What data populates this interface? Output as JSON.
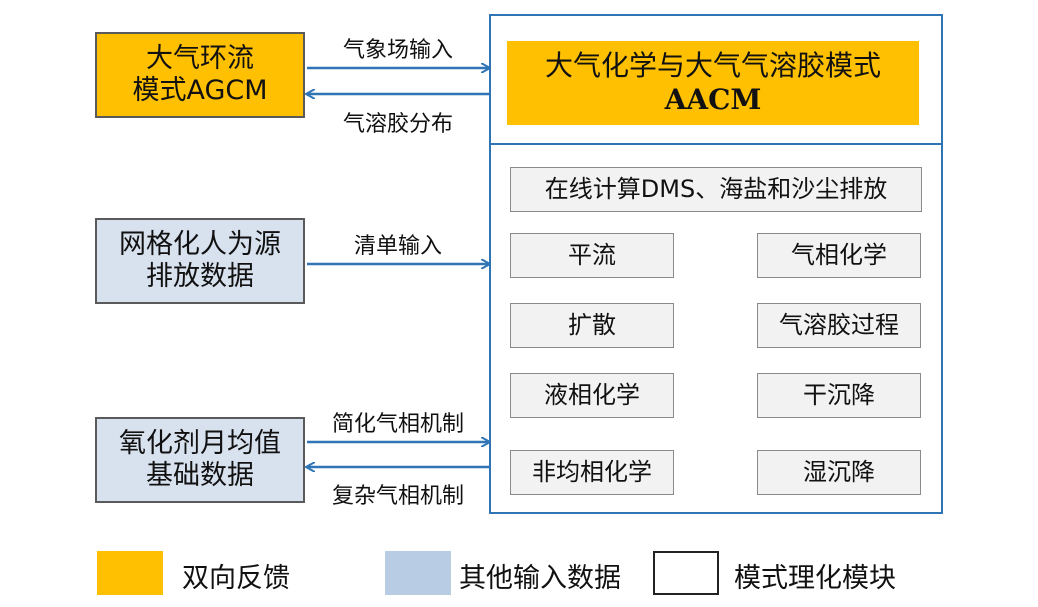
{
  "left_boxes": {
    "agcm": {
      "line1": "大气环流",
      "line2": "模式AGCM"
    },
    "emissions": {
      "line1": "网格化人为源",
      "line2": "排放数据"
    },
    "oxidant": {
      "line1": "氧化剂月均值",
      "line2": "基础数据"
    }
  },
  "arrows": {
    "met_input": "气象场输入",
    "aerosol_distribution": "气溶胶分布",
    "inventory_input": "清单输入",
    "simplified_chem": "简化气相机制",
    "complex_chem": "复杂气相机制"
  },
  "aacm": {
    "title_line1": "大气化学与大气气溶胶模式",
    "title_line2": "AACM"
  },
  "modules": {
    "online_emission": "在线计算DMS、海盐和沙尘排放",
    "advection": "平流",
    "gas_chemistry": "气相化学",
    "diffusion": "扩散",
    "aerosol_process": "气溶胶过程",
    "aqueous_chemistry": "液相化学",
    "dry_deposition": "干沉降",
    "heterogeneous_chemistry": "非均相化学",
    "wet_deposition": "湿沉降"
  },
  "legend": {
    "two_way": "双向反馈",
    "other_inputs": "其他输入数据",
    "modules": "模式理化模块"
  },
  "colors": {
    "orange": "#fec000",
    "blue_fill": "#d8e1ee",
    "arrow_blue": "#2f75b5",
    "module_fill": "#f2f2f2"
  }
}
